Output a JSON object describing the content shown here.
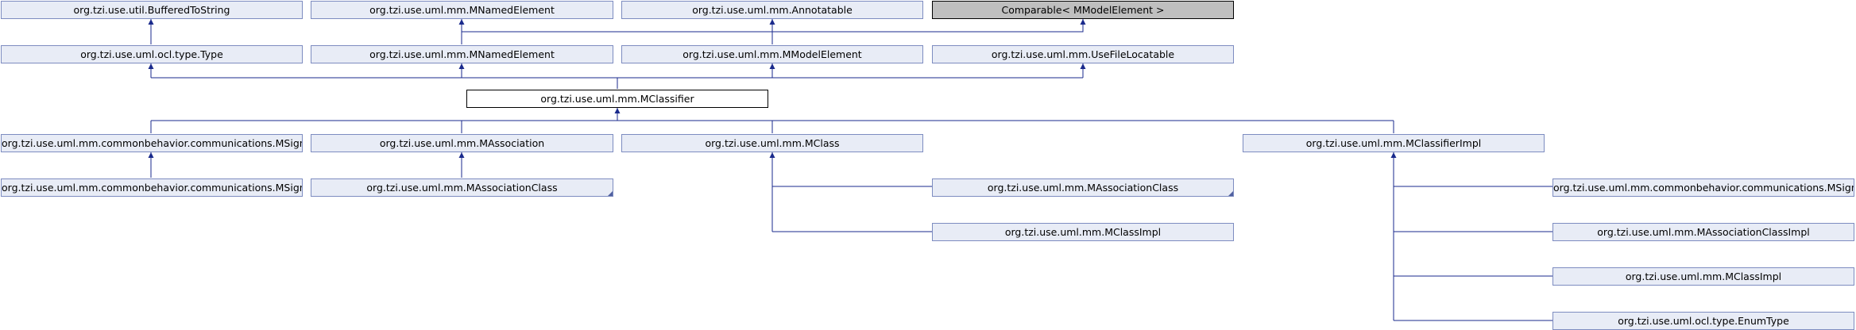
{
  "diagram": {
    "colors": {
      "edge": "#1a2a8c",
      "node_fill": "#e8ecf6",
      "node_border": "#7d8cc0",
      "external_fill": "#bfbfbf",
      "focus_fill": "#ffffff"
    },
    "nodes": {
      "buffered_to_string": "org.tzi.use.util.BufferedToString",
      "mnamed_element_top": "org.tzi.use.uml.mm.MNamedElement",
      "annotatable": "org.tzi.use.uml.mm.Annotatable",
      "comparable": "Comparable< MModelElement >",
      "ocl_type": "org.tzi.use.uml.ocl.type.Type",
      "mnamed_element": "org.tzi.use.uml.mm.MNamedElement",
      "mmodel_element": "org.tzi.use.uml.mm.MModelElement",
      "use_file_locatable": "org.tzi.use.uml.mm.UseFileLocatable",
      "mclassifier": "org.tzi.use.uml.mm.MClassifier",
      "msignal": "org.tzi.use.uml.mm.commonbehavior.communications.MSignal",
      "massociation": "org.tzi.use.uml.mm.MAssociation",
      "mclass": "org.tzi.use.uml.mm.MClass",
      "mclassifier_impl": "org.tzi.use.uml.mm.MClassifierImpl",
      "msignal_impl_left": "org.tzi.use.uml.mm.commonbehavior.communications.MSignalImpl",
      "massociation_class_left": "org.tzi.use.uml.mm.MAssociationClass",
      "massociation_class_mid": "org.tzi.use.uml.mm.MAssociationClass",
      "mclass_impl_mid": "org.tzi.use.uml.mm.MClassImpl",
      "msignal_impl_right": "org.tzi.use.uml.mm.commonbehavior.communications.MSignalImpl",
      "massociation_class_impl": "org.tzi.use.uml.mm.MAssociationClassImpl",
      "mclass_impl_right": "org.tzi.use.uml.mm.MClassImpl",
      "enum_type": "org.tzi.use.uml.ocl.type.EnumType"
    }
  }
}
